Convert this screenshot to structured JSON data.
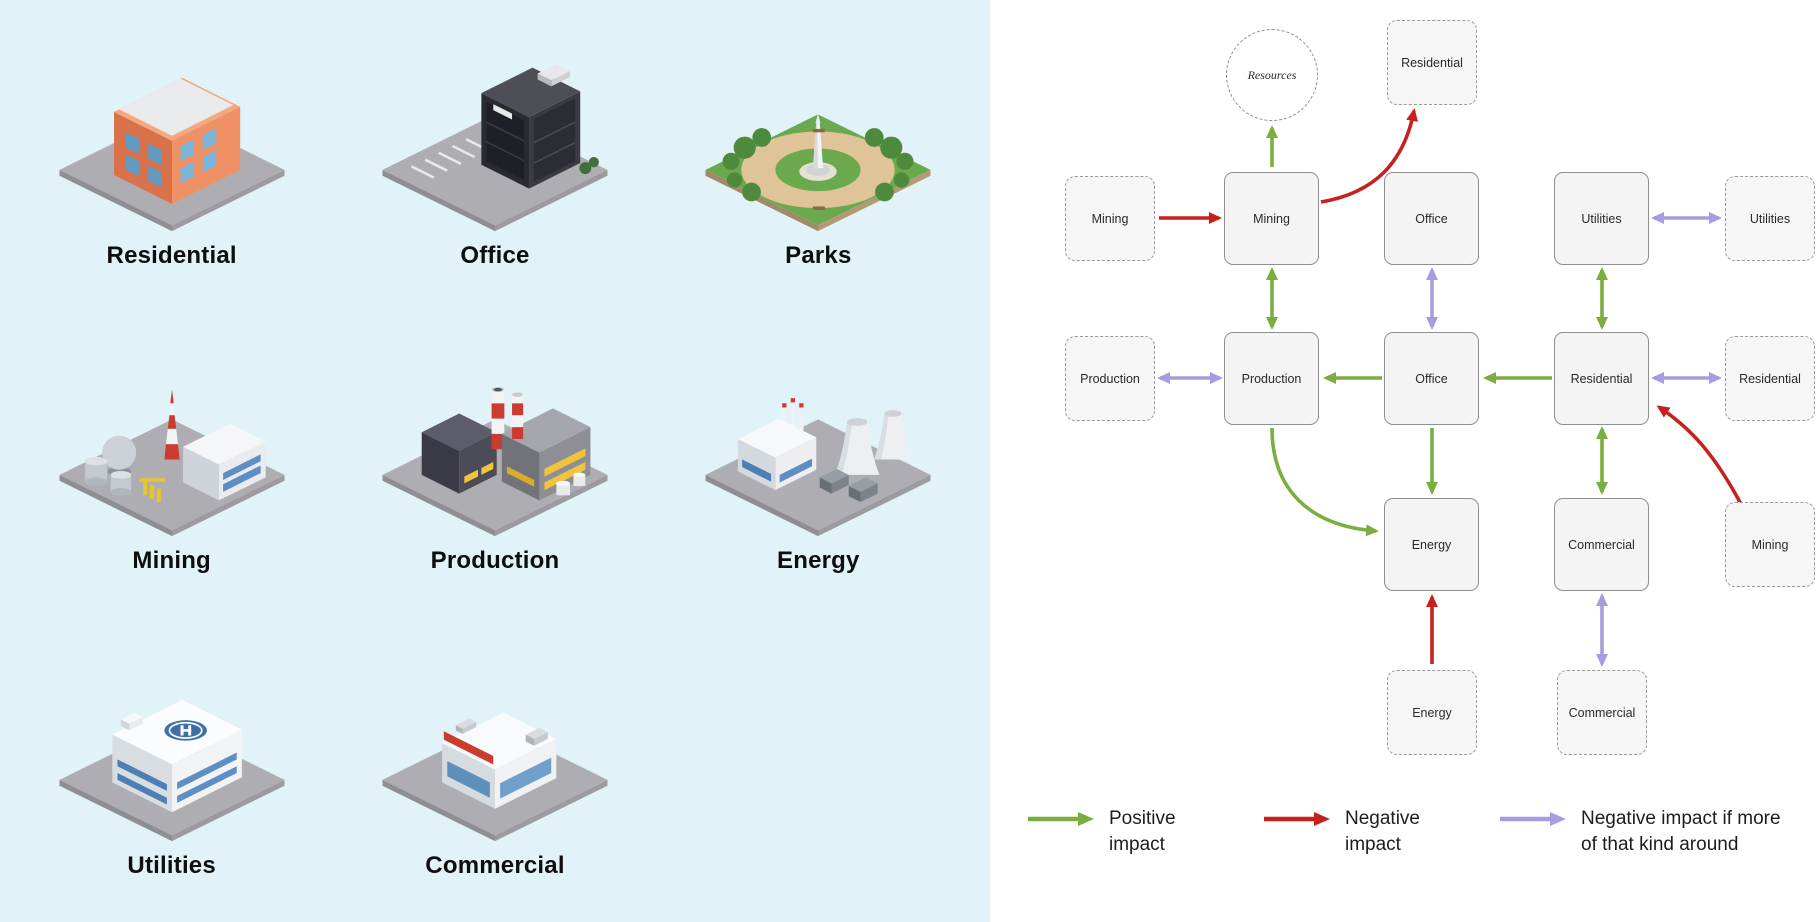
{
  "building_gallery": {
    "items": [
      {
        "label": "Residential",
        "illustration": "residential-house"
      },
      {
        "label": "Office",
        "illustration": "office-building"
      },
      {
        "label": "Parks",
        "illustration": "park-with-monument"
      },
      {
        "label": "Mining",
        "illustration": "mining-plant"
      },
      {
        "label": "Production",
        "illustration": "factory"
      },
      {
        "label": "Energy",
        "illustration": "power-plant"
      },
      {
        "label": "Utilities",
        "illustration": "hospital-building"
      },
      {
        "label": "Commercial",
        "illustration": "shop-building"
      }
    ]
  },
  "diagram": {
    "nodes": {
      "resources": "Resources",
      "residential_top": "Residential",
      "mining_ext_left": "Mining",
      "mining": "Mining",
      "office_top": "Office",
      "utilities": "Utilities",
      "utilities_ext": "Utilities",
      "production_ext": "Production",
      "production": "Production",
      "office": "Office",
      "residential": "Residential",
      "residential_ext": "Residential",
      "energy": "Energy",
      "commercial": "Commercial",
      "mining_ext_right": "Mining",
      "energy_ext": "Energy",
      "commercial_ext": "Commercial"
    },
    "legend": [
      {
        "label": "Positive impact",
        "color": "#7bae41"
      },
      {
        "label": "Negative impact",
        "color": "#c5221f"
      },
      {
        "label": "Negative impact if more of that kind around",
        "color": "#a89ce0"
      }
    ],
    "colors": {
      "positive": "#7bae41",
      "negative": "#c5221f",
      "conditional": "#a89ce0",
      "panel_background": "#e1f2f9"
    }
  }
}
